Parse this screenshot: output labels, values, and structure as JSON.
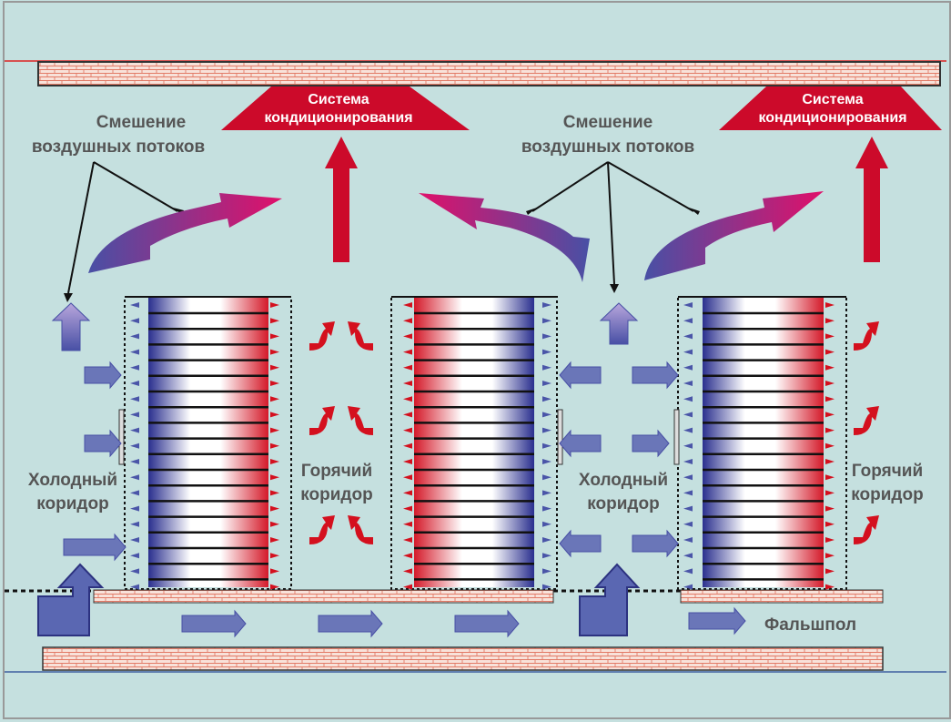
{
  "labels": {
    "ac_left": [
      "Система",
      "кондиционирования"
    ],
    "ac_right": [
      "Система",
      "кондиционирования"
    ],
    "mixing_left": [
      "Смешение",
      "воздушных потоков"
    ],
    "mixing_right": [
      "Смешение",
      "воздушных потоков"
    ],
    "cold_left": [
      "Холодный",
      "коридор"
    ],
    "cold_right": [
      "Холодный",
      "коридор"
    ],
    "hot_left": [
      "Горячий",
      "коридор"
    ],
    "hot_right": [
      "Горячий",
      "коридор"
    ],
    "raised_floor": "Фальшпол"
  },
  "colors": {
    "background": "#c5e0df",
    "ac": "#cc0a2a",
    "cold": "#4a55a8",
    "hot": "#d4101e",
    "brick": "#f6d8d0",
    "brick_line": "#e0705c"
  }
}
